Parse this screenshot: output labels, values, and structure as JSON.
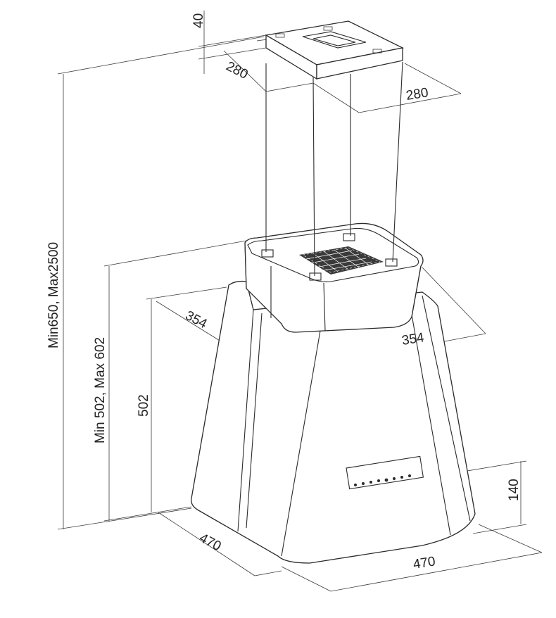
{
  "dimensions": {
    "top_plate_height": "40",
    "top_plate_depth": "280",
    "top_plate_width": "280",
    "total_height": "Min650, Max2500",
    "hood_height_range": "Min 502, Max 602",
    "hood_body_height": "502",
    "upper_depth": "354",
    "upper_width": "354",
    "panel_height": "140",
    "base_depth": "470",
    "base_width": "470"
  },
  "colors": {
    "line": "#2a2a2a",
    "background": "#ffffff"
  }
}
